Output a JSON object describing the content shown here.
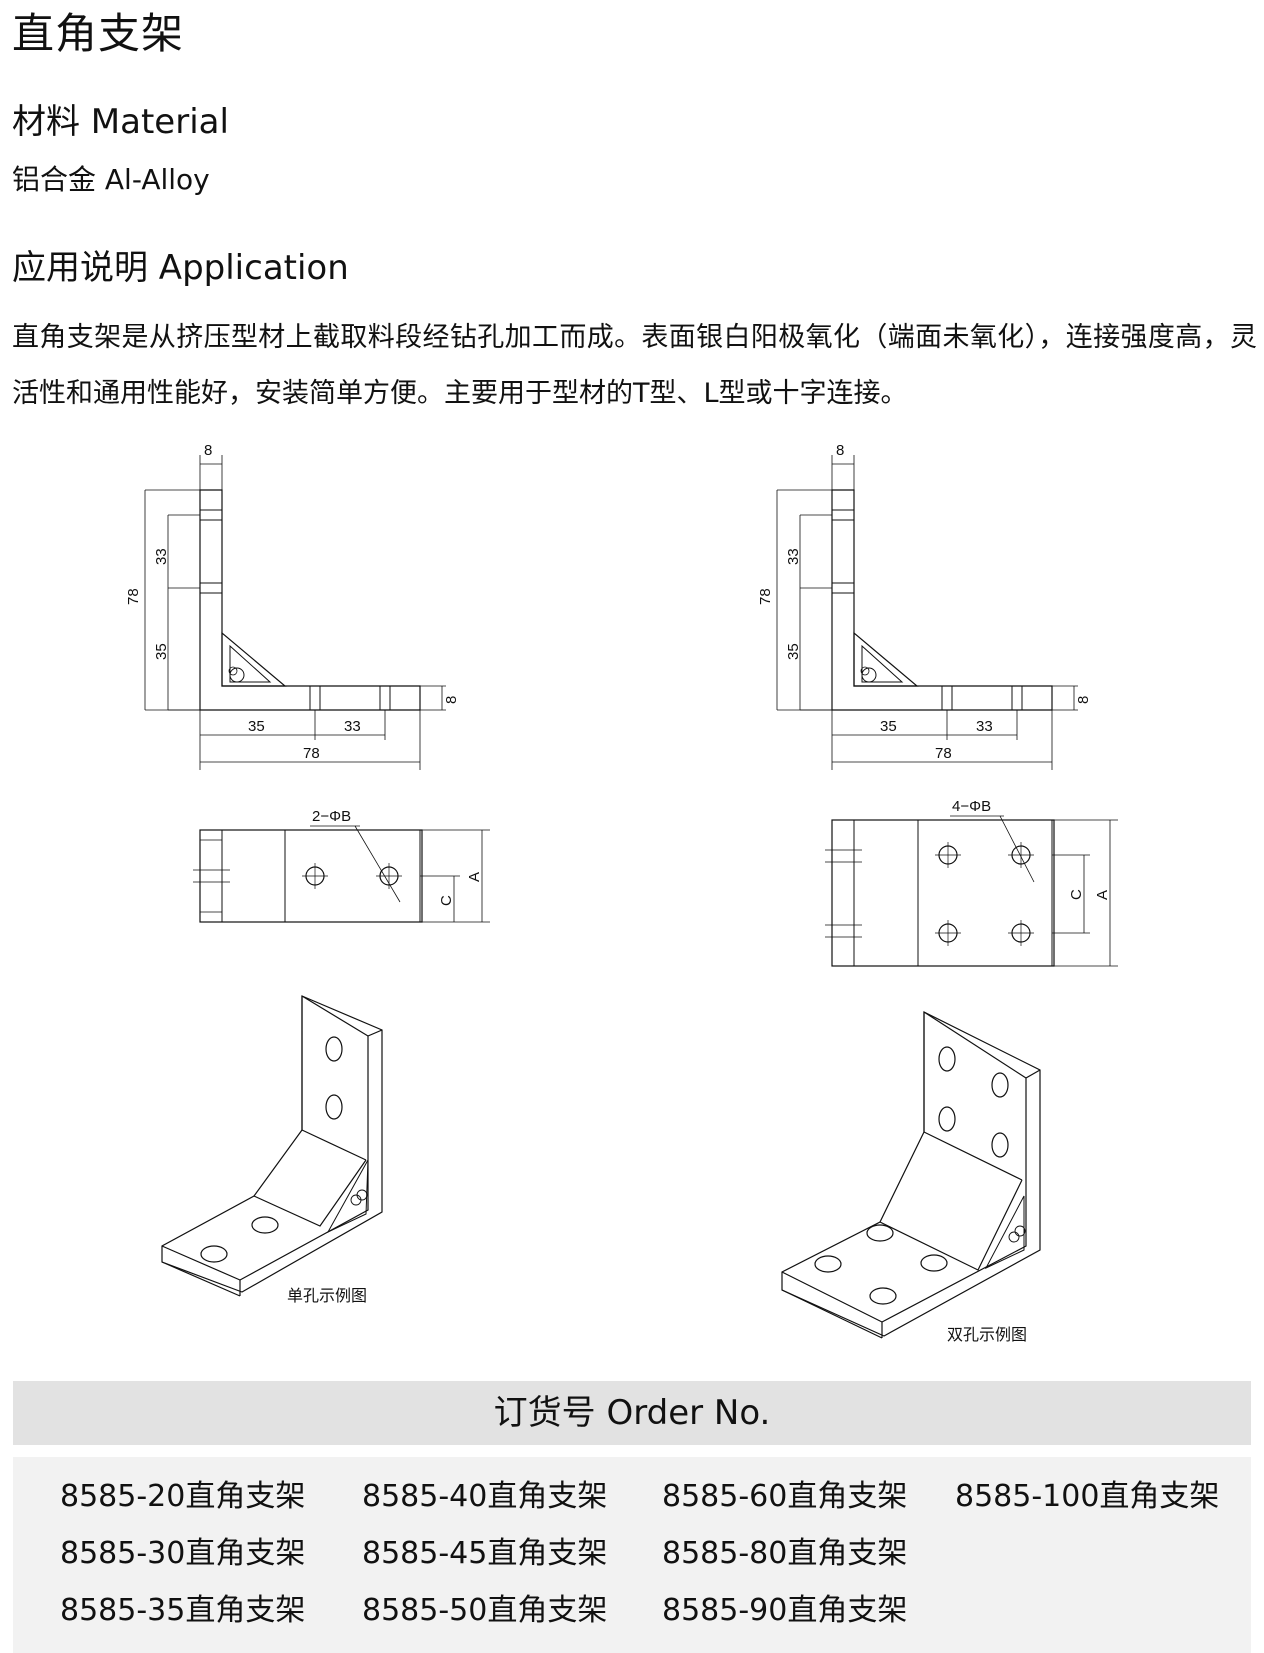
{
  "title": "直角支架",
  "material": {
    "heading": "材料 Material",
    "value": "铝合金 Al-Alloy"
  },
  "application": {
    "heading": "应用说明 Application",
    "text": "直角支架是从挤压型材上截取料段经钻孔加工而成。表面银白阳极氧化（端面未氧化），连接强度高，灵活性和通用性能好，安装简单方便。主要用于型材的T型、L型或十字连接。"
  },
  "drawings": {
    "dims": {
      "thickness": "8",
      "seg1": "33",
      "seg2": "35",
      "total": "78"
    },
    "left": {
      "hole_label": "2−ΦB",
      "dim_a": "A",
      "dim_c": "C",
      "caption": "单孔示例图"
    },
    "right": {
      "hole_label": "4−ΦB",
      "dim_a": "A",
      "dim_c": "C",
      "caption": "双孔示例图"
    }
  },
  "order": {
    "heading": "订货号 Order No.",
    "items": [
      [
        "8585-20直角支架",
        "8585-40直角支架",
        "8585-60直角支架",
        "8585-100直角支架"
      ],
      [
        "8585-30直角支架",
        "8585-45直角支架",
        "8585-80直角支架",
        ""
      ],
      [
        "8585-35直角支架",
        "8585-50直角支架",
        "8585-90直角支架",
        ""
      ]
    ]
  }
}
